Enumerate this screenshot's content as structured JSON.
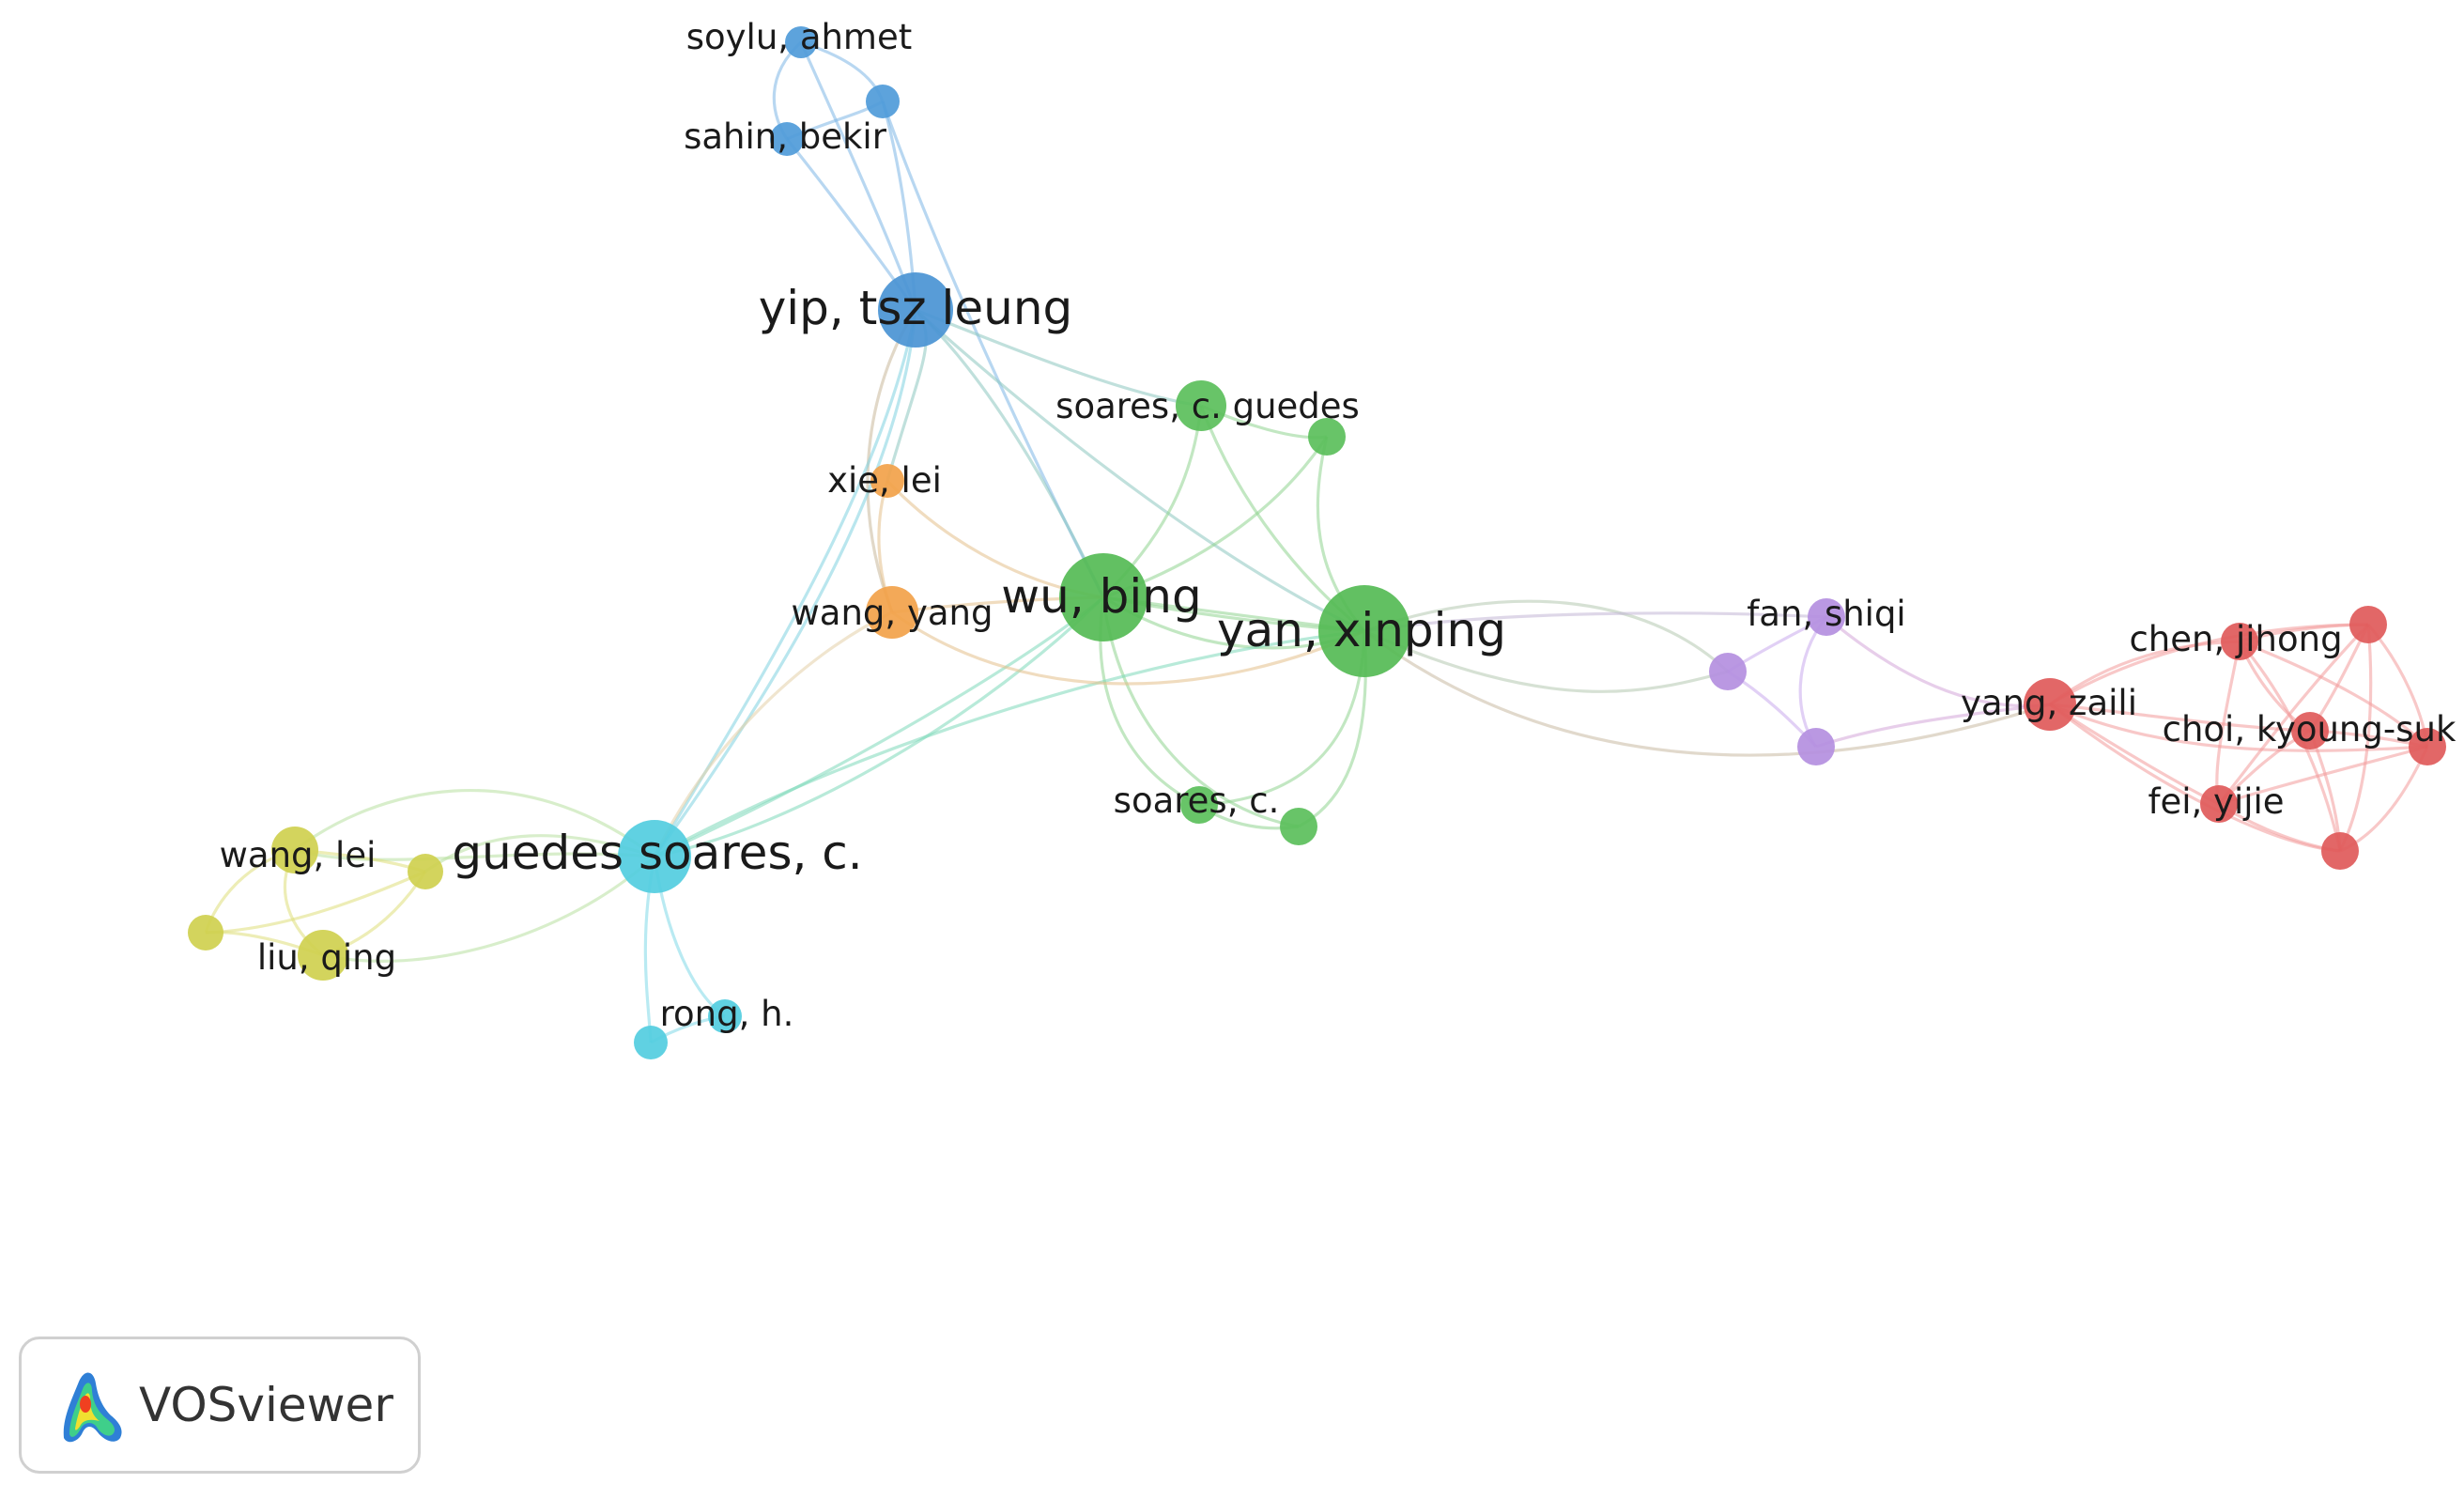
{
  "app": {
    "name": "VOSviewer"
  },
  "colors": {
    "red": "#e05a5a",
    "green": "#5bbf5b",
    "blue": "#4f9bd9",
    "yellow": "#cfd04f",
    "purple": "#b48fe0",
    "orange": "#f2a24a",
    "cyan": "#52cde0"
  },
  "labels": {
    "soylu_ahmet": "soylu, ahmet",
    "sahin_bekir": "sahin, bekir",
    "yip_tsz_leung": "yip, tsz leung",
    "soares_c_guedes": "soares, c. guedes",
    "xie_lei": "xie, lei",
    "wang_yang": "wang, yang",
    "wu_bing": "wu, bing",
    "yan_xinping": "yan, xinping",
    "fan_shiqi": "fan, shiqi",
    "chen_jihong": "chen, jihong",
    "yang_zaili": "yang, zaili",
    "choi_kyoung_suk": "choi, kyoung-suk",
    "fei_yijie": "fei, yijie",
    "soares_c": "soares, c.",
    "guedes_soares_c": "guedes soares, c.",
    "wang_lei": "wang, lei",
    "liu_qing": "liu, qing",
    "rong_h": "rong, h."
  }
}
